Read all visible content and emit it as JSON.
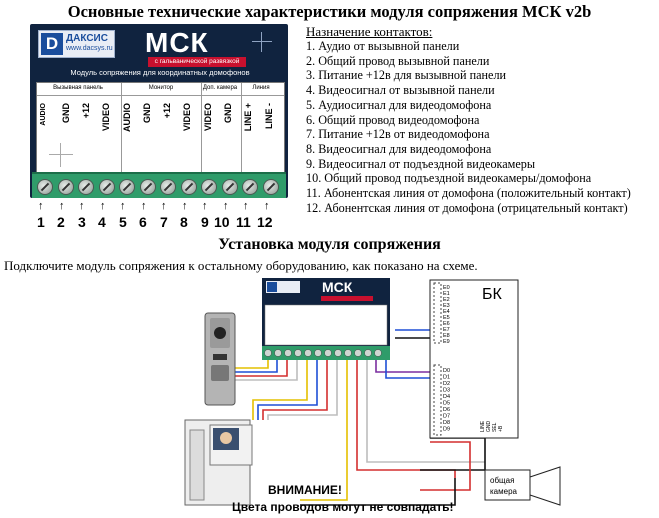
{
  "title": "Основные технические характеристики модуля сопряжения МСК v2b",
  "module": {
    "brand": "ДАКСИС",
    "url": "www.dacsys.ru",
    "model": "МСК",
    "badge": "с гальванической развязкой",
    "subtitle": "Модуль сопряжения для координатных домофонов",
    "groups": [
      "Вызывная панель",
      "Монитор",
      "Доп. камера",
      "Линия"
    ],
    "pin_labels": [
      "AUDIO",
      "GND",
      "+12",
      "VIDEO",
      "AUDIO",
      "GND",
      "+12",
      "VIDEO",
      "VIDEO",
      "GND",
      "LINE +",
      "LINE -"
    ],
    "pin_numbers": [
      "1",
      "2",
      "3",
      "4",
      "5",
      "6",
      "7",
      "8",
      "9",
      "10",
      "11",
      "12"
    ]
  },
  "contacts": {
    "title": "Назначение контактов:",
    "items": [
      "1. Аудио от вызывной панели",
      "2. Общий провод вызывной панели",
      "3. Питание +12в для вызывной панели",
      "4. Видеосигнал от вызывной панели",
      "5. Аудиосигнал для видеодомофона",
      "6. Общий провод видеодомофона",
      "7. Питание +12в от видеодомофона",
      "8. Видеосигнал для видеодомофона",
      "9. Видеосигнал от подъездной видеокамеры",
      "10. Общий провод подъездной видеокамеры/домофона",
      "11. Абонентская линия от домофона (положительный контакт)",
      "12. Абонентская линия от домофона (отрицательный контакт)"
    ]
  },
  "installation": {
    "title": "Установка модуля сопряжения",
    "text": "Подключите модуль сопряжения к остальному оборудованию, как показано на схеме."
  },
  "diagram": {
    "bk_label": "БК",
    "bk_pins_top": [
      "E0",
      "E1",
      "E2",
      "E3",
      "E4",
      "E5",
      "E6",
      "E7",
      "E8",
      "E9"
    ],
    "bk_pins_bottom": [
      "D0",
      "D1",
      "D2",
      "D3",
      "D4",
      "D5",
      "D6",
      "D7",
      "D8",
      "D9"
    ],
    "bk_side": [
      "LINE",
      "GND",
      "SEL",
      "+B"
    ],
    "camera_label": "общая камера",
    "warning_line1": "ВНИМАНИЕ!",
    "warning_line2": "Цвета проводов могут не совпадать!",
    "colors": {
      "red": "#d32f2f",
      "blue": "#1e4fd6",
      "yellow": "#e4c000",
      "white": "#bdbdbd",
      "black": "#111111",
      "purple": "#7b2fa0"
    }
  }
}
